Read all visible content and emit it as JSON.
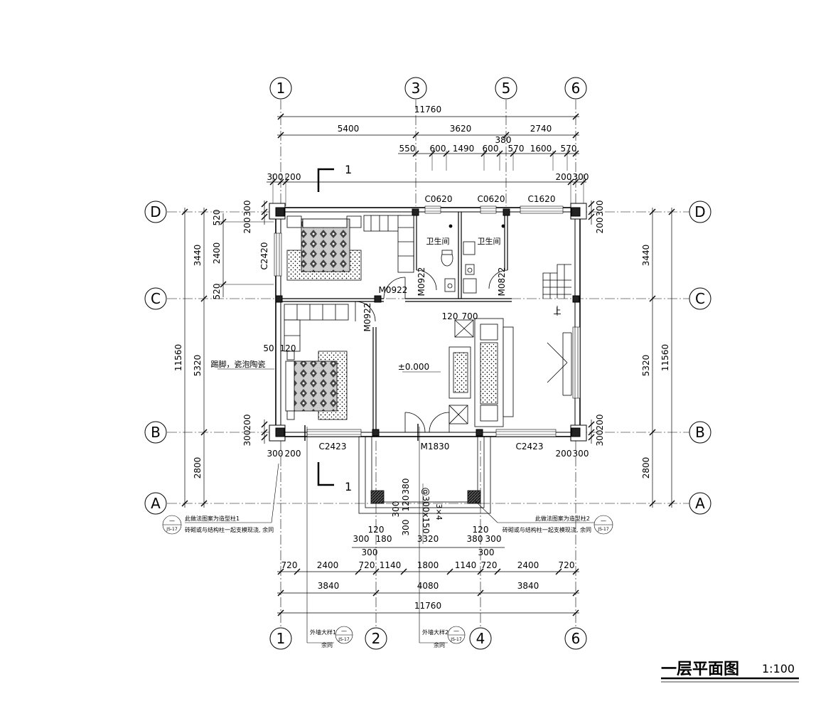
{
  "title": {
    "main": "一层平面图",
    "scale": "1:100"
  },
  "grid_top": [
    "1",
    "3",
    "5",
    "6"
  ],
  "grid_bottom": [
    "1",
    "2",
    "4",
    "6"
  ],
  "grid_rows": [
    "D",
    "C",
    "B",
    "A"
  ],
  "dims_top": {
    "total": "11760",
    "row2": [
      "5400",
      "3620",
      "2740"
    ],
    "mid": "380",
    "row3": [
      "550",
      "600",
      "1490",
      "600",
      "570",
      "1600",
      "570"
    ],
    "left_offsets": [
      "300",
      "200"
    ],
    "right_offsets": [
      "200",
      "300"
    ]
  },
  "dims_left": {
    "total": "11560",
    "spans": [
      "3440",
      "5320",
      "2800"
    ],
    "sub": [
      "520",
      "2400",
      "520"
    ],
    "d_offsets": [
      "200",
      "300"
    ],
    "b_offsets": [
      "300",
      "200"
    ]
  },
  "dims_right": {
    "total": "11560",
    "spans": [
      "3440",
      "5320",
      "2800"
    ],
    "d_offsets": [
      "200",
      "300"
    ],
    "b_offsets": [
      "300",
      "200"
    ]
  },
  "dims_bottom": {
    "row1": [
      "720",
      "2400",
      "720",
      "1140",
      "1800",
      "1140",
      "720",
      "2400",
      "720"
    ],
    "row2": [
      "3840",
      "4080",
      "3840"
    ],
    "total": "11760"
  },
  "porch_dims": {
    "left": [
      "300",
      "180",
      "120",
      "300"
    ],
    "center": "3320",
    "right": [
      "120",
      "380",
      "300",
      "300"
    ],
    "vert": [
      "380",
      "120",
      "300",
      "300"
    ],
    "step": "@300x150",
    "step_count": "3×4",
    "bottom_offsets": [
      "300",
      "200"
    ],
    "bottom_offsets_r": [
      "200",
      "300"
    ]
  },
  "labels": {
    "c0620a": "C0620",
    "c0620b": "C0620",
    "c1620": "C1620",
    "c2420": "C2420",
    "c2423a": "C2423",
    "c2423b": "C2423",
    "m0922a": "M0922",
    "m0922b": "M0922",
    "m0922c": "M0922",
    "m0822": "M0822",
    "m1830": "M1830",
    "bath1": "卫生间",
    "bath2": "卫生间",
    "level": "±0.000",
    "up": "上",
    "window_note": "踢脚，瓷泡陶瓷",
    "dim_50": "50",
    "dim_120": "120",
    "dim_120b": "120",
    "dim_700": "700",
    "section": "1"
  },
  "notes": {
    "left_1": "此做法图案为造型柱1",
    "left_2": "砖砌或与结构柱一起支模现浇, 余同",
    "right_1": "此做法图案为造型柱2",
    "right_2": "砖砌或与结构柱一起支模现浇, 余同",
    "detail_1": "外墙大样1",
    "detail_2": "外墙大样2",
    "same": "余同",
    "ref": "JS-17",
    "dash": "—"
  }
}
